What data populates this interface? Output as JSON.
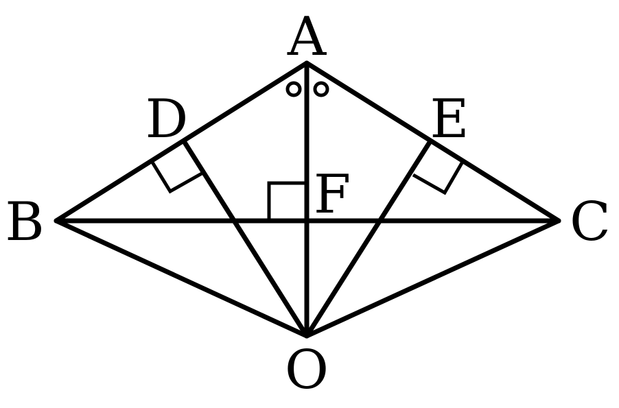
{
  "labels": {
    "A": "A",
    "B": "B",
    "C": "C",
    "D": "D",
    "E": "E",
    "F": "F",
    "O": "O"
  }
}
